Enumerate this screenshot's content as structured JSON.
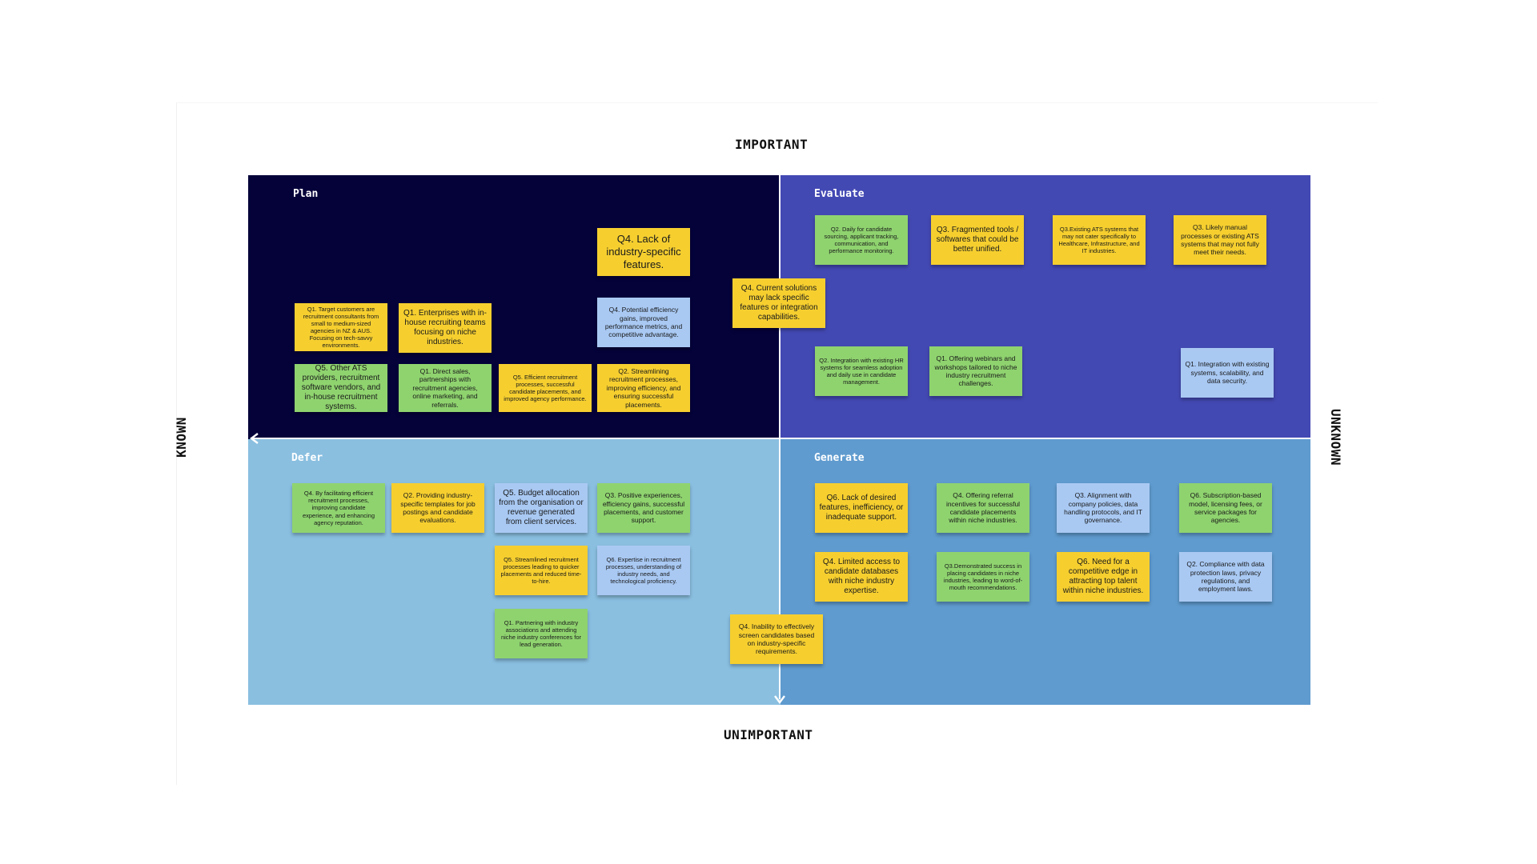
{
  "axes": {
    "top": "IMPORTANT",
    "bottom": "UNIMPORTANT",
    "left": "KNOWN",
    "right": "UNKNOWN"
  },
  "quadrants": {
    "plan": {
      "title": "Plan",
      "color": "#05023a",
      "title_color": "#ffffff"
    },
    "evaluate": {
      "title": "Evaluate",
      "color": "#4349b3",
      "title_color": "#ffffff"
    },
    "defer": {
      "title": "Defer",
      "color": "#8abfe0",
      "title_color": "#ffffff"
    },
    "generate": {
      "title": "Generate",
      "color": "#5f9bcf",
      "title_color": "#ffffff"
    }
  },
  "colors": {
    "yellow": "#f6cf2f",
    "green": "#8fd36f",
    "blue": "#a9c9f3",
    "axis": "#ffffff"
  },
  "notes": {
    "plan": [
      "Q4.  Lack of industry-specific features.",
      "Q1. Target customers are recruitment consultants from small to medium-sized agencies in NZ & AUS. Focusing on tech-savvy environments.",
      "Q1. Enterprises with in-house recruiting teams focusing on niche industries.",
      "Q4. Potential efficiency gains, improved performance metrics, and competitive advantage.",
      "Q5. Other ATS providers, recruitment software vendors, and in-house recruitment systems.",
      "Q1. Direct sales, partnerships with recruitment agencies, online marketing, and referrals.",
      "Q5. Efficient recruitment processes, successful candidate placements, and improved agency performance.",
      "Q2. Streamlining recruitment processes, improving efficiency, and ensuring successful placements."
    ],
    "boundary_top": "Q4. Current solutions may lack specific features or integration capabilities.",
    "evaluate": [
      "Q2. Daily for candidate sourcing, applicant tracking, communication, and performance monitoring.",
      "Q3. Fragmented tools / softwares that could be better unified.",
      "Q3.Existing ATS systems that may not cater specifically to Healthcare, Infrastructure, and IT industries.",
      "Q3. Likely manual processes or existing ATS systems that may not fully meet their needs.",
      "Q2. Integration with existing HR systems for seamless adoption and daily use in candidate management.",
      "Q1. Offering webinars and workshops tailored to niche industry recruitment challenges.",
      "Q1. Integration with existing systems, scalability, and data security."
    ],
    "defer": [
      "Q4. By facilitating efficient recruitment processes, improving candidate experience, and enhancing agency reputation.",
      "Q2. Providing industry-specific templates for job postings and candidate evaluations.",
      "Q5. Budget allocation from the organisation or revenue generated from client services.",
      "Q3. Positive experiences, efficiency gains, successful placements, and customer support.",
      "Q5. Streamlined recruitment processes leading to quicker placements and reduced time-to-hire.",
      "Q6. Expertise in recruitment processes, understanding of industry needs, and technological proficiency.",
      "Q1. Partnering with industry associations and attending niche industry conferences for lead generation."
    ],
    "boundary_bottom": "Q4. Inability to effectively screen candidates based on industry-specific requirements.",
    "generate": [
      "Q6. Lack of desired features, inefficiency, or inadequate support.",
      "Q4. Offering referral incentives for successful candidate placements within niche industries.",
      "Q3. Alignment with company policies, data handling protocols, and IT governance.",
      "Q6. Subscription-based model, licensing fees, or service packages for agencies.",
      "Q4. Limited access to candidate databases with niche industry expertise.",
      "Q3.Demonstrated success in placing candidates in niche industries, leading to word-of-mouth recommendations.",
      "Q6.  Need for a competitive edge in attracting top talent within niche industries.",
      "Q2. Compliance with data protection laws, privacy regulations, and employment laws."
    ]
  }
}
